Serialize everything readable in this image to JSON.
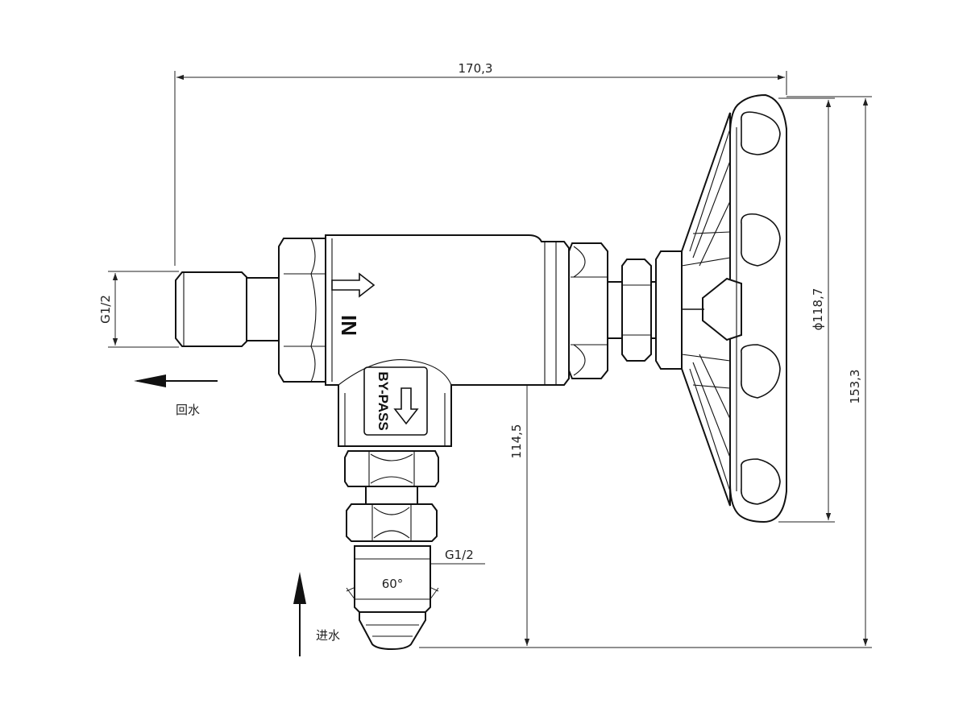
{
  "dimensions": {
    "overall_width": "170,3",
    "handwheel_diameter": "ϕ118,7",
    "overall_height": "153,3",
    "body_height": "114,5",
    "outlet_thread": "G1/2",
    "inlet_thread": "G1/2",
    "cone_angle": "60°"
  },
  "labels": {
    "return_water": "回水",
    "inlet_water": "进水",
    "body_marking_in": "IN",
    "body_marking_bypass": "BY-PASS"
  },
  "icons": {
    "flow_direction": "arrow-right-icon",
    "bypass_direction": "arrow-down-icon",
    "return_direction": "arrow-left-icon",
    "inlet_direction": "arrow-up-icon"
  }
}
